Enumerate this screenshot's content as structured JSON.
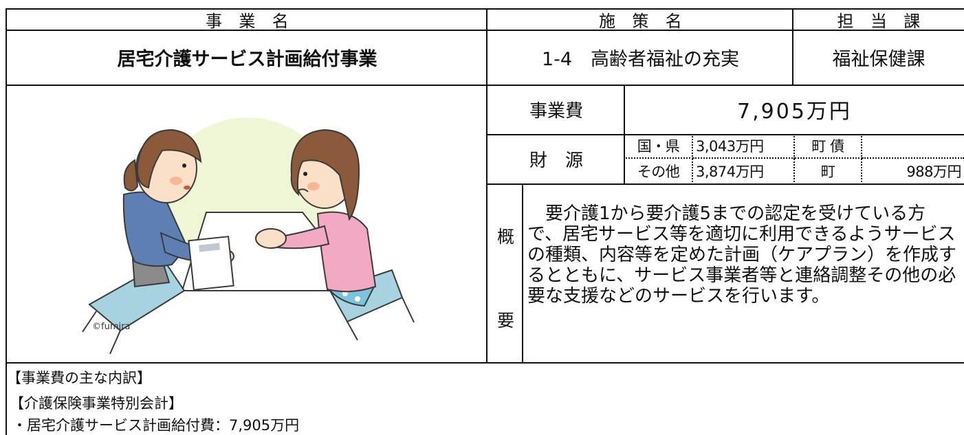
{
  "header": {
    "project_name_label": "事　業　名",
    "policy_name_label": "施　策　名",
    "department_label": "担　当　課"
  },
  "row": {
    "project_name": "居宅介護サービス計画給付事業",
    "policy_name": "1-4　高齢者福祉の充実",
    "department": "福祉保健課"
  },
  "cost": {
    "label": "事業費",
    "amount": "7,905万円"
  },
  "funding": {
    "label": "財　源",
    "national_pref_label": "国・県",
    "national_pref_value": "3,043万円",
    "town_bond_label": "町 債",
    "town_bond_value": "",
    "other_label": "その他",
    "other_value": "3,874万円",
    "town_label": "町",
    "town_value": "988万円"
  },
  "summary": {
    "label_top": "概",
    "label_bottom": "要",
    "text": "　要介護1から要介護5までの認定を受けている方で、居宅サービス等を適切に利用できるようサービスの種類、内容等を定めた計画（ケアプラン）を作成するとともに、サービス事業者等と連絡調整その他の必要な支援などのサービスを行います。"
  },
  "illustration": {
    "credit": "©fumira"
  },
  "breakdown": {
    "heading": "【事業費の主な内訳】",
    "account": "【介護保険事業特別会計】",
    "item": "・居宅介護サービス計画給付費：7,905万円"
  }
}
